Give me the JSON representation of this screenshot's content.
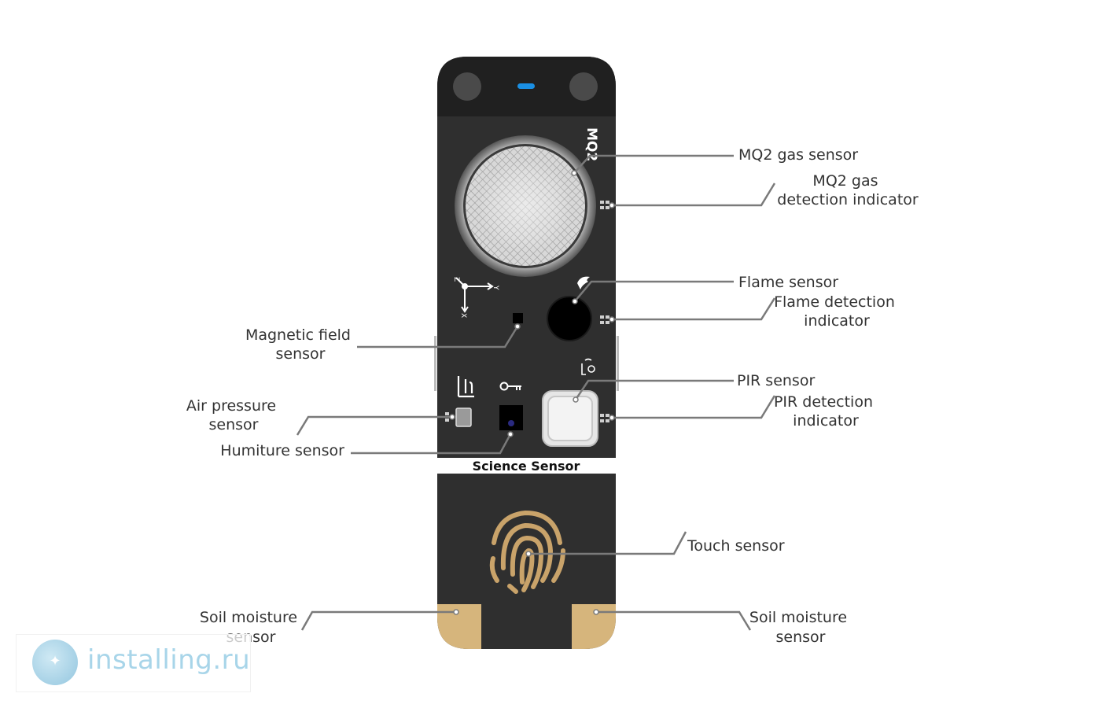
{
  "board": {
    "title": "Science Sensor",
    "mq2_marking": "MQ2",
    "axis_labels": {
      "z": "Z",
      "y": "Y",
      "x": "X"
    }
  },
  "labels": {
    "mq2_gas_sensor": "MQ2 gas sensor",
    "mq2_indicator": [
      "MQ2 gas",
      "detection indicator"
    ],
    "flame_sensor": "Flame sensor",
    "flame_indicator": [
      "Flame detection",
      "indicator"
    ],
    "magnetic_field_sensor": [
      "Magnetic field",
      "sensor"
    ],
    "pir_sensor": "PIR sensor",
    "pir_indicator": [
      "PIR detection",
      "indicator"
    ],
    "air_pressure_sensor": [
      "Air pressure",
      "sensor"
    ],
    "humiture_sensor": "Humiture sensor",
    "touch_sensor": "Touch sensor",
    "soil_moisture_left": [
      "Soil moisture",
      "sensor"
    ],
    "soil_moisture_right": [
      "Soil moisture",
      "sensor"
    ]
  },
  "watermark": {
    "text": "installing.ru"
  },
  "colors": {
    "board": "#2f2f2f",
    "board_header": "#202020",
    "pads": "#d6b57c",
    "fingerprint": "#c9a36a",
    "led": "#1a8fe3",
    "leader_line": "#7a7a7a",
    "label_text": "#333333"
  }
}
